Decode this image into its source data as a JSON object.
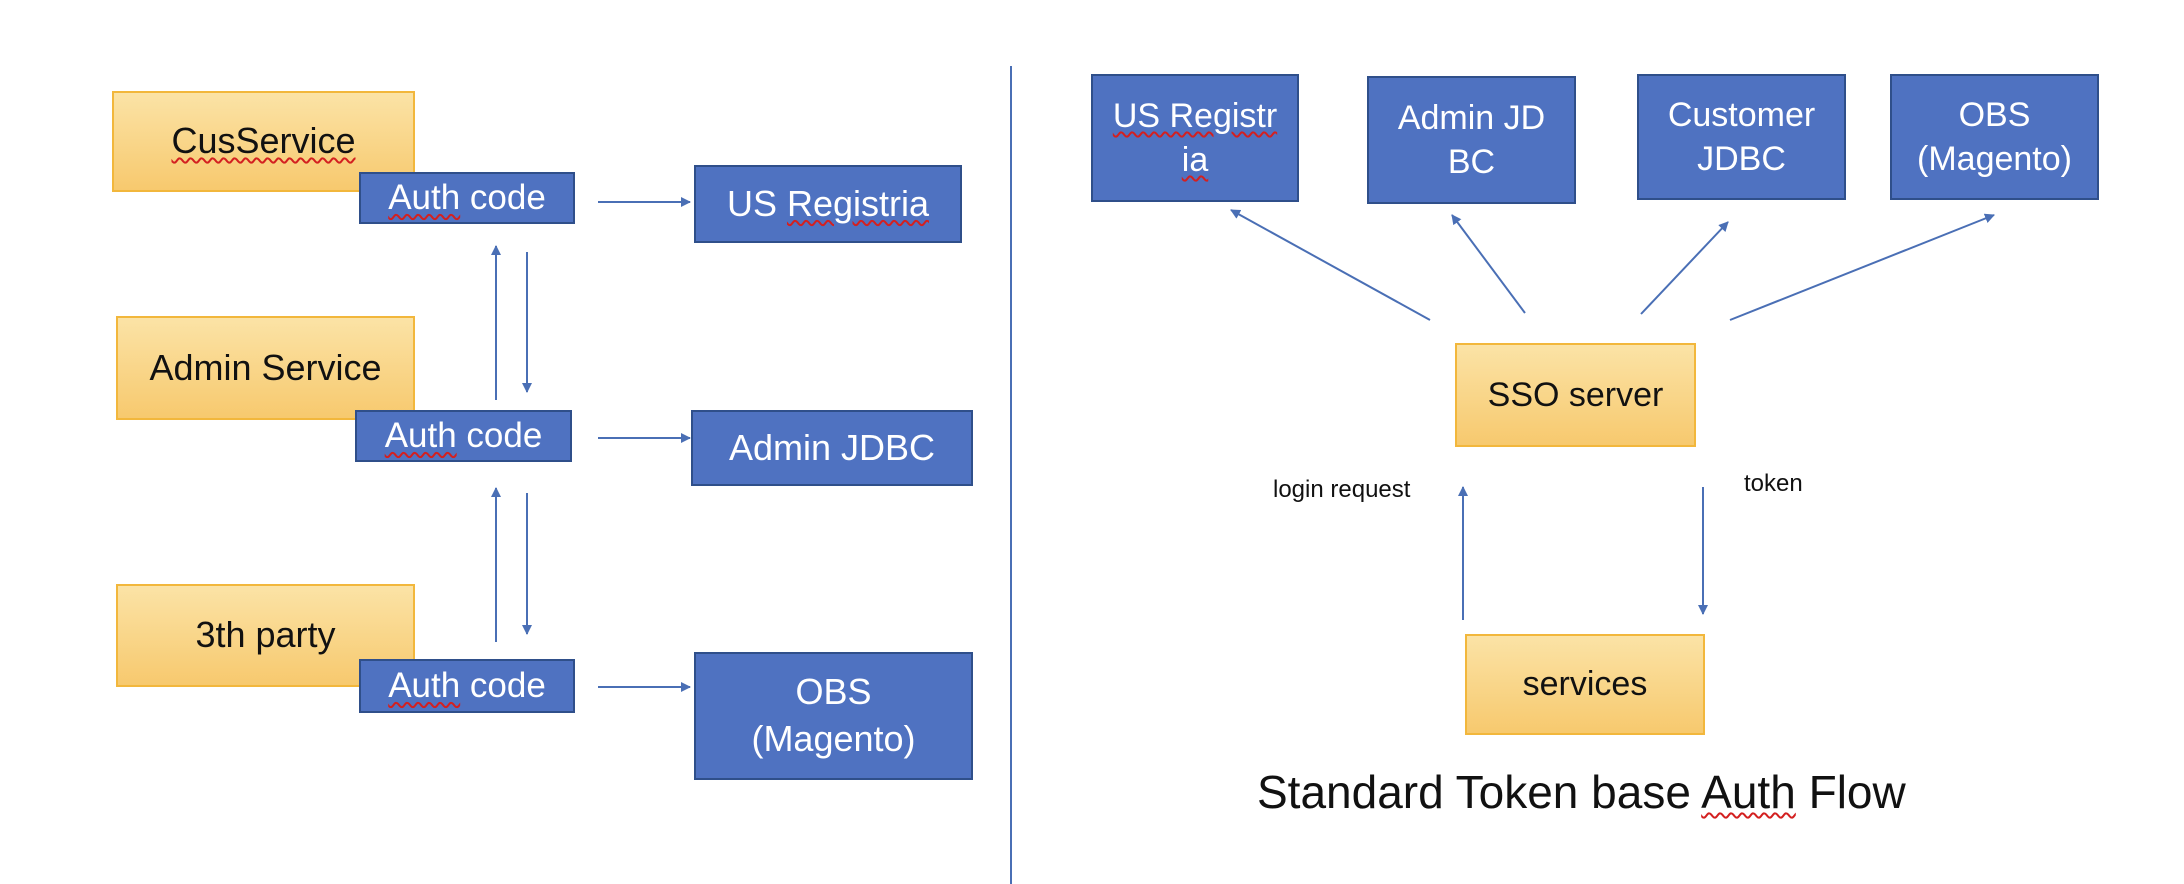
{
  "left_flow": {
    "service_boxes": [
      {
        "label": "CusService"
      },
      {
        "label": "Admin Service"
      },
      {
        "label": "3th party"
      }
    ],
    "auth_code_label": "Auth code",
    "target_boxes": [
      {
        "label": "US Registria"
      },
      {
        "label": "Admin JDBC"
      },
      {
        "label": "OBS\n(Magento)"
      }
    ]
  },
  "right_flow": {
    "targets": [
      {
        "label": "US Registr\nia"
      },
      {
        "label": "Admin JD\nBC"
      },
      {
        "label": "Customer\nJDBC"
      },
      {
        "label": "OBS\n(Magento)"
      }
    ],
    "sso_server": "SSO server",
    "services": "services",
    "login_request": "login request",
    "token": "token",
    "caption": "Standard Token base Auth Flow"
  },
  "colors": {
    "blue_box": "#4f72c1",
    "orange_box": "#f7c96e",
    "arrow": "#4a6fb5"
  }
}
